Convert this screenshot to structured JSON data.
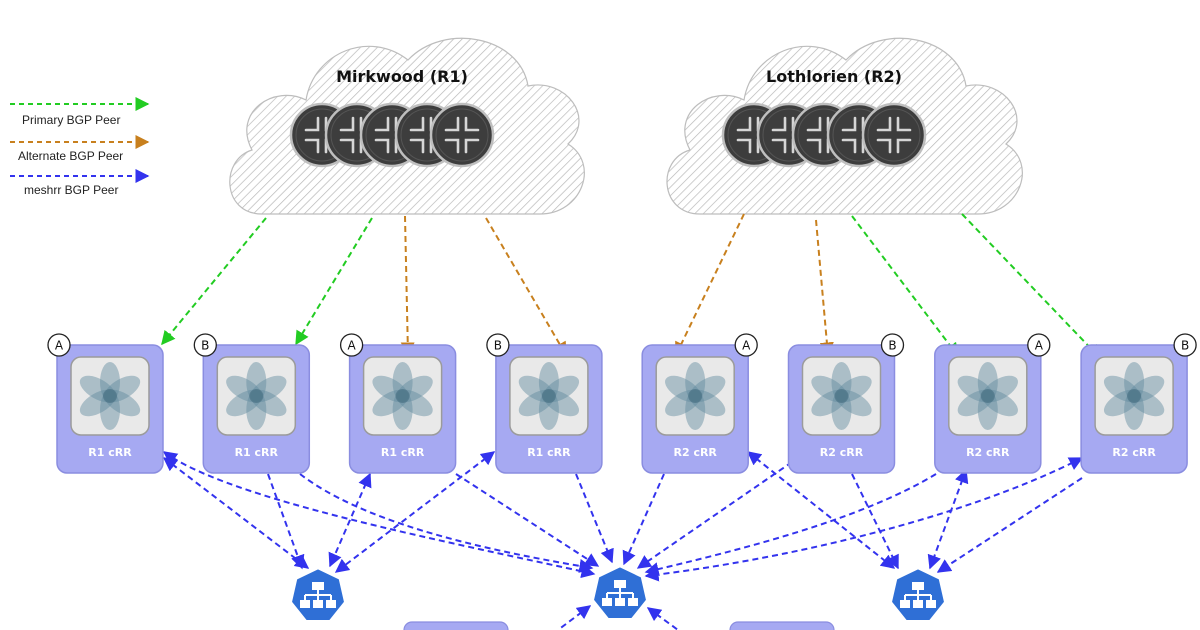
{
  "legend": [
    {
      "label": "Primary BGP Peer",
      "color": "#22cc22"
    },
    {
      "label": "Alternate BGP Peer",
      "color": "#c8801e"
    },
    {
      "label": "meshrr BGP Peer",
      "color": "#3333ee"
    }
  ],
  "clouds": [
    {
      "title": "Mirkwood (R1)",
      "router_count": 5,
      "icon": "router-icon"
    },
    {
      "title": "Lothlorien (R2)",
      "router_count": 5,
      "icon": "router-icon"
    }
  ],
  "route_reflectors": [
    {
      "label": "R1 cRR",
      "badge": "A"
    },
    {
      "label": "R1 cRR",
      "badge": "B"
    },
    {
      "label": "R1 cRR",
      "badge": "A"
    },
    {
      "label": "R1 cRR",
      "badge": "B"
    },
    {
      "label": "R2 cRR",
      "badge": "A"
    },
    {
      "label": "R2 cRR",
      "badge": "B"
    },
    {
      "label": "R2 cRR",
      "badge": "A"
    },
    {
      "label": "R2 cRR",
      "badge": "B"
    }
  ],
  "services": [
    {
      "icon": "kubernetes-service-icon"
    },
    {
      "icon": "kubernetes-service-icon"
    },
    {
      "icon": "kubernetes-service-icon"
    }
  ],
  "colors": {
    "primary": "#22cc22",
    "alternate": "#c8801e",
    "meshrr": "#3333ee",
    "crr_box": "#a6a9f2",
    "crr_border": "#8a8de0",
    "service": "#2f6fd6",
    "router": "#3d3d3d"
  }
}
